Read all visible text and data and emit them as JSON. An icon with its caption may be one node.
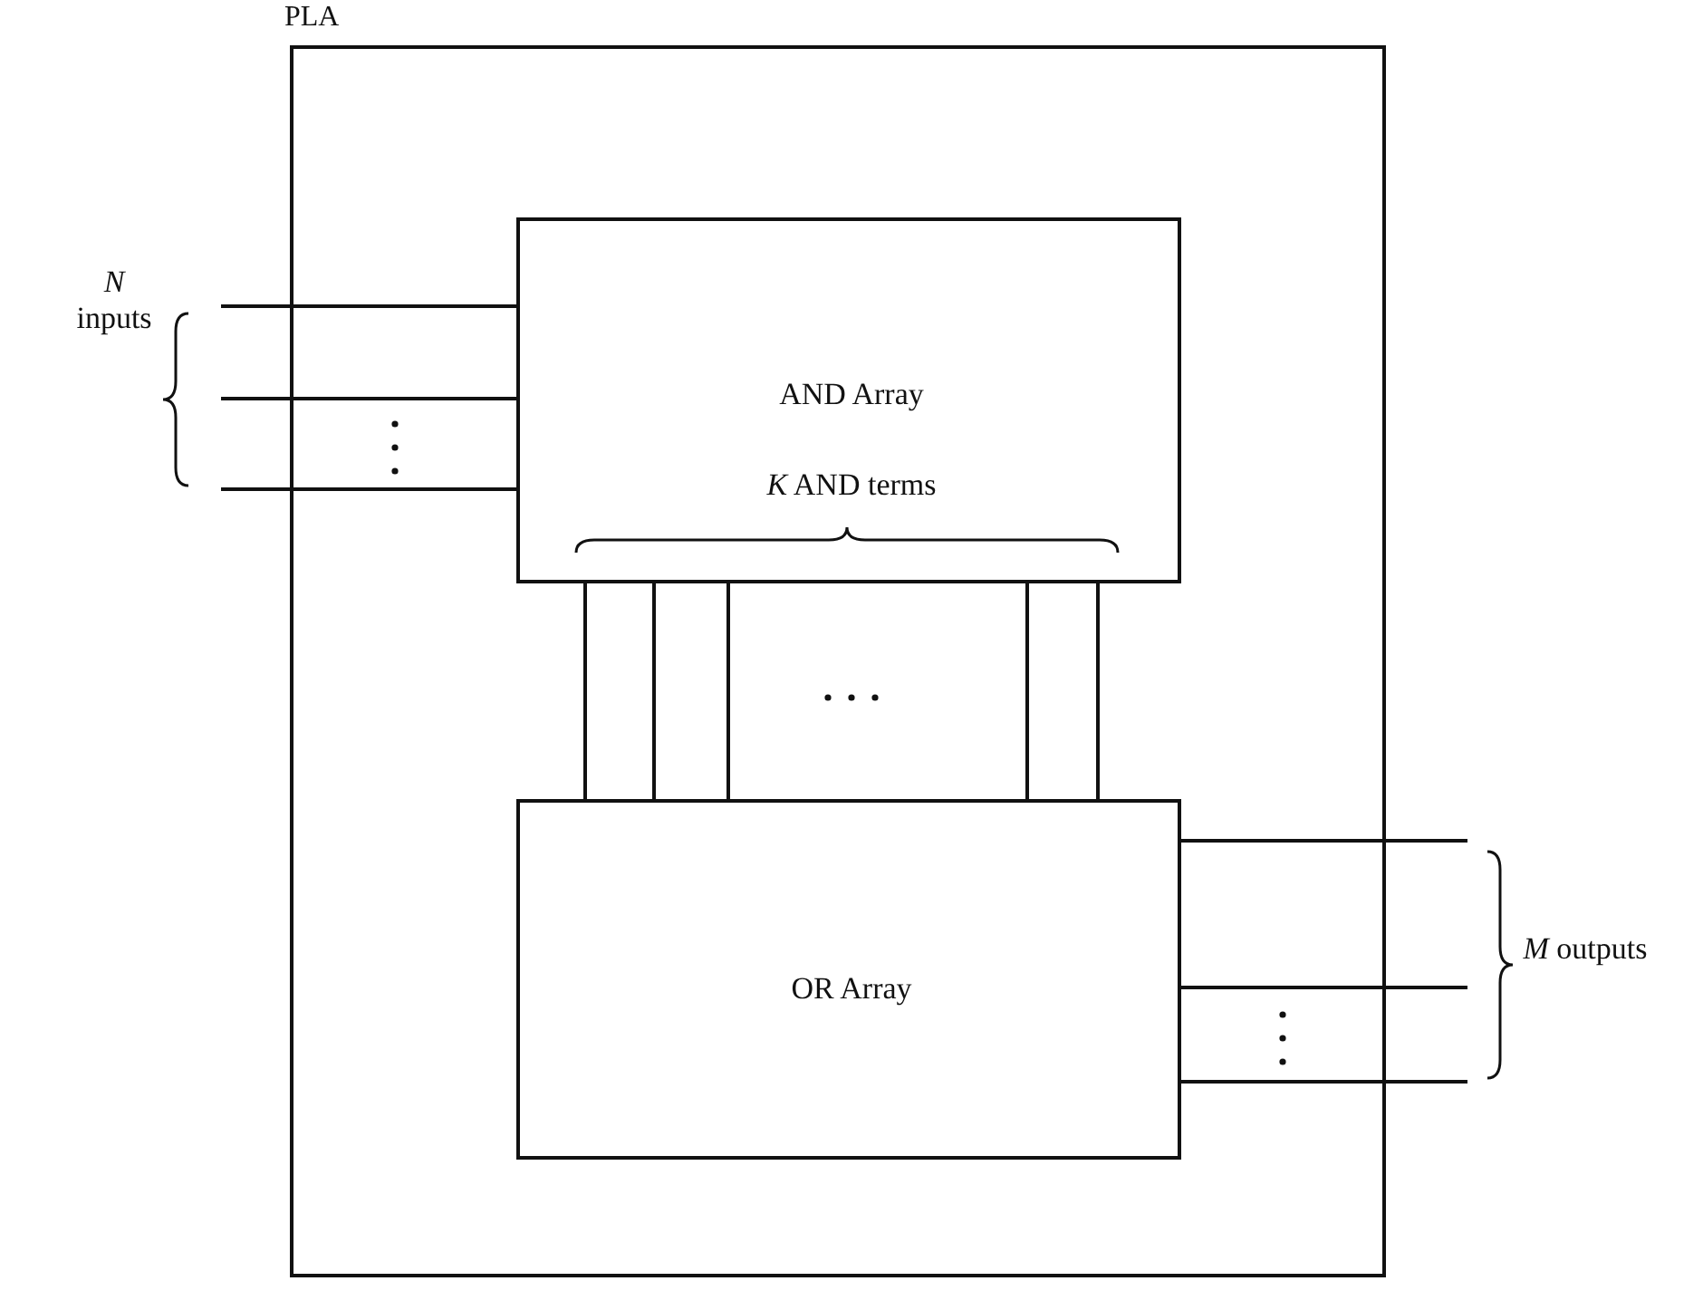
{
  "diagram": {
    "nodes": [
      {
        "text": [
          "PLA"
        ]
      },
      {
        "text": [
          "AND Array",
          "*K* AND terms"
        ],
        "in": 0
      },
      {
        "text": [
          "OR Array"
        ],
        "in": 0
      }
    ],
    "edges": [
      {
        "from": null,
        "to": 1,
        "arrow": "none"
      },
      {
        "from": null,
        "to": 1,
        "arrow": "none"
      },
      {
        "from": null,
        "to": 1,
        "arrow": "none"
      },
      {
        "from": 1,
        "to": 2,
        "arrow": "none"
      },
      {
        "from": 1,
        "to": 2,
        "arrow": "none"
      },
      {
        "from": 1,
        "to": 2,
        "arrow": "none"
      },
      {
        "from": 1,
        "to": 2,
        "arrow": "none"
      },
      {
        "from": 1,
        "to": 2,
        "arrow": "none"
      },
      {
        "from": 2,
        "to": null,
        "arrow": "none"
      },
      {
        "from": 2,
        "to": null,
        "arrow": "none"
      },
      {
        "from": 2,
        "to": null,
        "arrow": "none"
      }
    ],
    "labels": [
      "*N* inputs",
      "*M* outputs"
    ]
  }
}
